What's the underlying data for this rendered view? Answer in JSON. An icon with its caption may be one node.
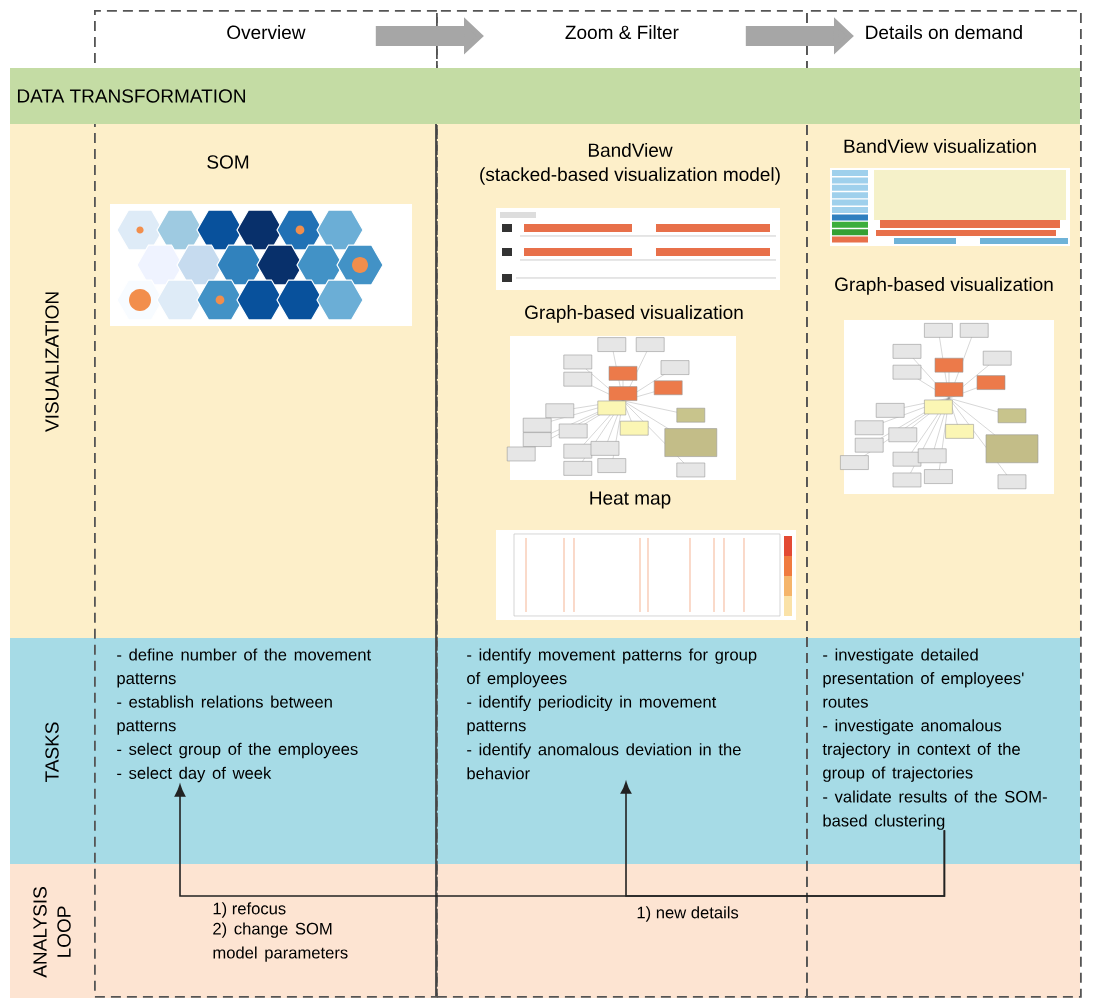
{
  "diagram": {
    "nodes": [
      {
        "text": [
          "Overview"
        ]
      },
      {
        "text": [
          "Zoom & Filter"
        ]
      },
      {
        "text": [
          "Details on demand"
        ]
      },
      {
        "text": [
          "DATA TRANSFORMATION"
        ]
      },
      {
        "text": [
          "VISUALIZATION"
        ]
      },
      {
        "text": [
          "TASKS"
        ]
      },
      {
        "text": [
          "ANALYSIS LOOP"
        ]
      },
      {
        "text": [
          "- define number of the movement patterns",
          "- establish relations between patterns",
          "- select group of the employees",
          "- select day of week"
        ],
        "in": 0
      },
      {
        "text": [
          "- identify movement patterns for group of employees",
          "- identify periodicity in movement patterns",
          "- identify anomalous deviation in the behavior"
        ],
        "in": 1
      },
      {
        "text": [
          "- investigate detailed presentation of employees' routes",
          "- investigate anomalous trajectory in context of the group of trajectories",
          "- validate results of the SOM-based clustering"
        ],
        "in": 2
      }
    ],
    "edges": [
      {
        "from": 0,
        "to": 1,
        "arrow": "to",
        "style": "thick",
        "color": "#a6a6a6"
      },
      {
        "from": 1,
        "to": 2,
        "arrow": "to",
        "style": "thick",
        "color": "#a6a6a6"
      },
      {
        "from": 9,
        "to": 7,
        "arrow": "to",
        "color": "#222222"
      },
      {
        "from": 9,
        "to": 8,
        "arrow": "to",
        "color": "#222222"
      }
    ],
    "labels": [
      "SOM",
      "BandView",
      "(stacked-based visualization model)",
      "Graph-based visualization",
      "Heat map",
      "BandView visualization",
      "Graph-based visualization",
      "1) refocus",
      "2) change SOM model parameters",
      "1) new details"
    ]
  }
}
